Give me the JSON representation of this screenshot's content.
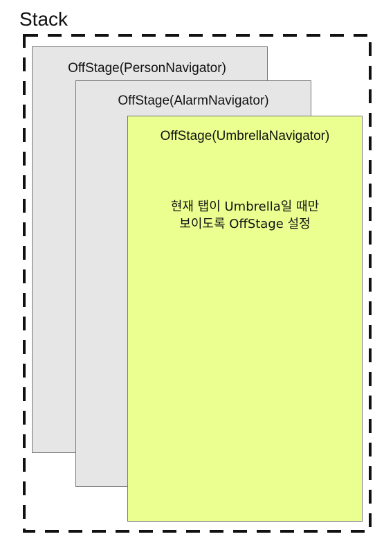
{
  "stack": {
    "title": "Stack"
  },
  "panels": {
    "person": {
      "label": "OffStage(PersonNavigator)"
    },
    "alarm": {
      "label": "OffStage(AlarmNavigator)"
    },
    "umbrella": {
      "label": "OffStage(UmbrellaNavigator)",
      "note_line1": "현재 탭이 Umbrella일 때만",
      "note_line2": "보이도록 OffStage 설정"
    }
  },
  "colors": {
    "offstage_fill": "#e6e6e6",
    "active_fill": "#eaff8f",
    "stack_border": "#111111"
  }
}
